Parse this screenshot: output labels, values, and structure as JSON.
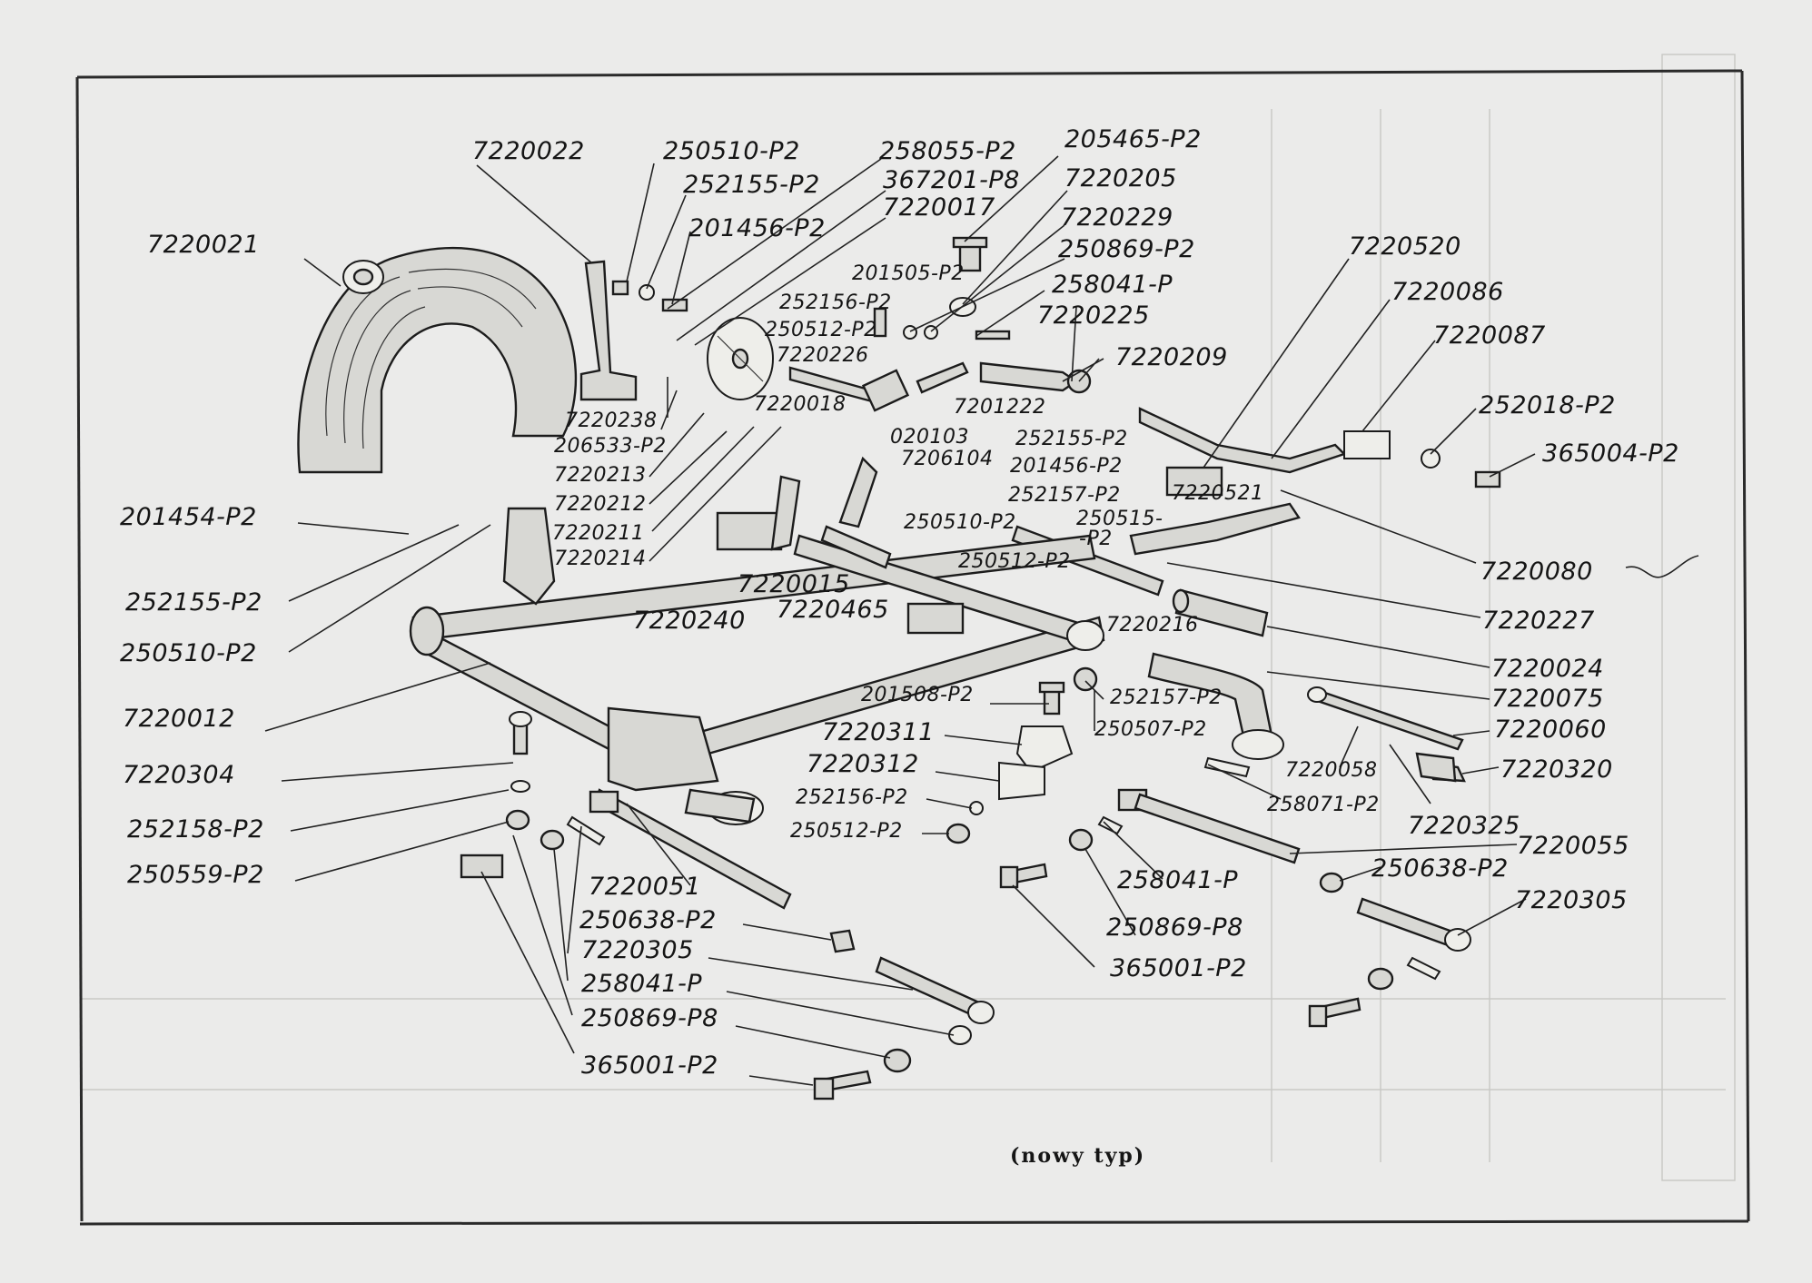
{
  "caption": "(nowy typ)",
  "labels": {
    "l7220022": "7220022",
    "l250510_p2_a": "250510-P2",
    "l258055_p2": "258055-P2",
    "l205465_p2": "205465-P2",
    "l252155_p2_a": "252155-P2",
    "l367201_p8": "367201-P8",
    "l7220205": "7220205",
    "l7220017": "7220017",
    "l7220021": "7220021",
    "l201456_p2_a": "201456-P2",
    "l7220229": "7220229",
    "l250869_p2": "250869-P2",
    "l201505_p2": "201505-P2",
    "l258041_p_a": "258041-P",
    "l252156_p2_a": "252156-P2",
    "l7220225": "7220225",
    "l250512_p2_a": "250512-P2",
    "l7220226": "7220226",
    "l7220209": "7220209",
    "l7220018": "7220018",
    "l7201222": "7201222",
    "l7220238": "7220238",
    "l206533_p2": "206533-P2",
    "l020103": "020103",
    "l252155_p2_b": "252155-P2",
    "l7206104": "7206104",
    "l7220213": "7220213",
    "l201456_p2_b": "201456-P2",
    "l7220212": "7220212",
    "l252157_p2_a": "252157-P2",
    "l7220211": "7220211",
    "l250510_p2_b": "250510-P2",
    "l250515_p2_a": "250515-",
    "l250515_p2_b": "-P2",
    "l7220214": "7220214",
    "l250512_p2_b": "250512-P2",
    "l7220015": "7220015",
    "l7220465": "7220465",
    "l7220216": "7220216",
    "l7220240": "7220240",
    "l201454_p2": "201454-P2",
    "l252155_p2_c": "252155-P2",
    "l250510_p2_c": "250510-P2",
    "l7220012": "7220012",
    "l7220304": "7220304",
    "l252158_p2": "252158-P2",
    "l250559_p2": "250559-P2",
    "l7220520": "7220520",
    "l7220086": "7220086",
    "l7220087": "7220087",
    "l252018_p2": "252018-P2",
    "l365004_p2": "365004-P2",
    "l7220521": "7220521",
    "l7220080": "7220080",
    "l7220227": "7220227",
    "l7220024": "7220024",
    "l7220075": "7220075",
    "l7220060": "7220060",
    "l7220320": "7220320",
    "l7220058": "7220058",
    "l258071_p2": "258071-P2",
    "l7220325": "7220325",
    "l7220055": "7220055",
    "l250638_p2_a": "250638-P2",
    "l7220305_a": "7220305",
    "l201508_p2": "201508-P2",
    "l252157_p2_b": "252157-P2",
    "l7220311": "7220311",
    "l250507_p2": "250507-P2",
    "l7220312": "7220312",
    "l252156_p2_b": "252156-P2",
    "l250512_p2_c": "250512-P2",
    "l258041_p_b": "258041-P",
    "l250869_p8_a": "250869-P8",
    "l365001_p2_a": "365001-P2",
    "l7220051": "7220051",
    "l250638_p2_b": "250638-P2",
    "l7220305_b": "7220305",
    "l258041_p_c": "258041-P",
    "l250869_p8_b": "250869-P8",
    "l365001_p2_b": "365001-P2"
  }
}
